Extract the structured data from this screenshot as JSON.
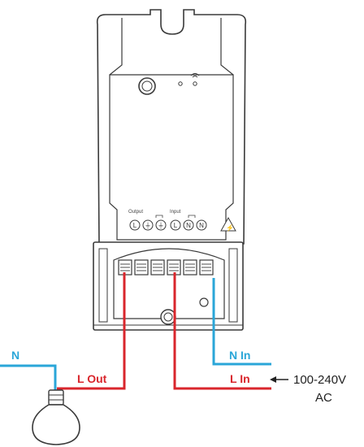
{
  "device": {
    "output_label": "Output",
    "input_label": "Input",
    "terminals": [
      "L",
      "⏚",
      "⏚",
      "L",
      "N",
      "N"
    ],
    "hazard_symbol": "⚡"
  },
  "wires": {
    "neutral_left": "N",
    "live_out": "L Out",
    "neutral_in": "N In",
    "live_in": "L In"
  },
  "supply": {
    "voltage": "100-240V",
    "type": "AC"
  },
  "colors": {
    "live": "#d9262c",
    "neutral": "#2aa6d8",
    "outline": "#3a3a3a"
  }
}
